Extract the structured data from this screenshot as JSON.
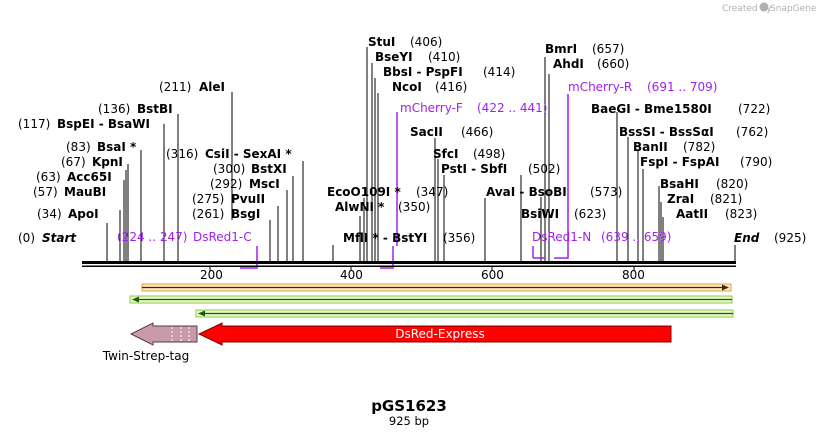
{
  "header": {
    "credit_prefix": "Created by",
    "credit_brand": "SnapGene"
  },
  "map": {
    "name": "pGS1623",
    "length_label": "925 bp",
    "ticks": [
      "200",
      "400",
      "600",
      "800"
    ]
  },
  "labels": [
    {
      "id": "start",
      "pos": "(0)",
      "name": "Start"
    },
    {
      "id": "apoi",
      "pos": "(34)",
      "name": "ApoI"
    },
    {
      "id": "maubi",
      "pos": "(57)",
      "name": "MauBI"
    },
    {
      "id": "acc65i",
      "pos": "(63)",
      "name": "Acc65I"
    },
    {
      "id": "kpni",
      "pos": "(67)",
      "name": "KpnI"
    },
    {
      "id": "bsai",
      "pos": "(83)",
      "name": "BsaI *"
    },
    {
      "id": "bspei",
      "pos": "(117)",
      "name": "BspEI  -  BsaWI"
    },
    {
      "id": "bstbi",
      "pos": "(136)",
      "name": "BstBI"
    },
    {
      "id": "alei",
      "pos": "(211)",
      "name": "AleI"
    },
    {
      "id": "csii",
      "pos": "(316)",
      "name": "CsiI  -  SexAI *"
    },
    {
      "id": "bstxi",
      "pos": "(300)",
      "name": "BstXI"
    },
    {
      "id": "msci",
      "pos": "(292)",
      "name": "MscI"
    },
    {
      "id": "pvuii",
      "pos": "(275)",
      "name": "PvuII"
    },
    {
      "id": "bsgi",
      "pos": "(261)",
      "name": "BsgI"
    },
    {
      "id": "ecoo109i",
      "pos": "(347)",
      "name": "EcoO109I *"
    },
    {
      "id": "alwni",
      "pos": "(350)",
      "name": "AlwNI *"
    },
    {
      "id": "mfli",
      "pos": "(356)",
      "name": "MflI *  -  BstYI"
    },
    {
      "id": "stui",
      "pos": "(406)",
      "name": "StuI"
    },
    {
      "id": "bseyi",
      "pos": "(410)",
      "name": "BseYI"
    },
    {
      "id": "bbsi",
      "pos": "(414)",
      "name": "BbsI  -  PspFI"
    },
    {
      "id": "ncoi",
      "pos": "(416)",
      "name": "NcoI"
    },
    {
      "id": "saci",
      "pos": "(466)",
      "name": "SacII"
    },
    {
      "id": "sfci",
      "pos": "(498)",
      "name": "SfcI"
    },
    {
      "id": "psti",
      "pos": "(502)",
      "name": "PstI  -  SbfI"
    },
    {
      "id": "avai",
      "pos": "(573)",
      "name": "AvaI  -  BsoBI"
    },
    {
      "id": "bsiwi",
      "pos": "(623)",
      "name": "BsiWI"
    },
    {
      "id": "bmri",
      "pos": "(657)",
      "name": "BmrI"
    },
    {
      "id": "ahdi",
      "pos": "(660)",
      "name": "AhdI"
    },
    {
      "id": "baegi",
      "pos": "(722)",
      "name": "BaeGI  -  Bme1580I"
    },
    {
      "id": "bsssi",
      "pos": "(762)",
      "name": "BssSI  -  BssSαI"
    },
    {
      "id": "banii",
      "pos": "(782)",
      "name": "BanII"
    },
    {
      "id": "fspi",
      "pos": "(790)",
      "name": "FspI  -  FspAI"
    },
    {
      "id": "bsahi",
      "pos": "(820)",
      "name": "BsaHI"
    },
    {
      "id": "zrai",
      "pos": "(821)",
      "name": "ZraI"
    },
    {
      "id": "aatii",
      "pos": "(823)",
      "name": "AatII"
    },
    {
      "id": "end",
      "pos": "(925)",
      "name": "End"
    }
  ],
  "primers": [
    {
      "id": "dsred1c",
      "name": "DsRed1-C",
      "range": "(224 .. 247)"
    },
    {
      "id": "mcherryf",
      "name": "mCherry-F",
      "range": "(422 .. 441)"
    },
    {
      "id": "mcherryr",
      "name": "mCherry-R",
      "range": "(691 .. 709)"
    },
    {
      "id": "dsred1n",
      "name": "DsRed1-N",
      "range": "(639 .. 659)"
    }
  ],
  "features": {
    "dsred_express": "DsRed-Express",
    "twin_strep_tag": "Twin-Strep-tag"
  },
  "colors": {
    "primer": "#a020f0",
    "dsred": "#ff0000",
    "twin_strep": "#c89aac",
    "orange_track": "#f0a030",
    "green_track": "#2a8a1a",
    "backbone": "#000000"
  }
}
